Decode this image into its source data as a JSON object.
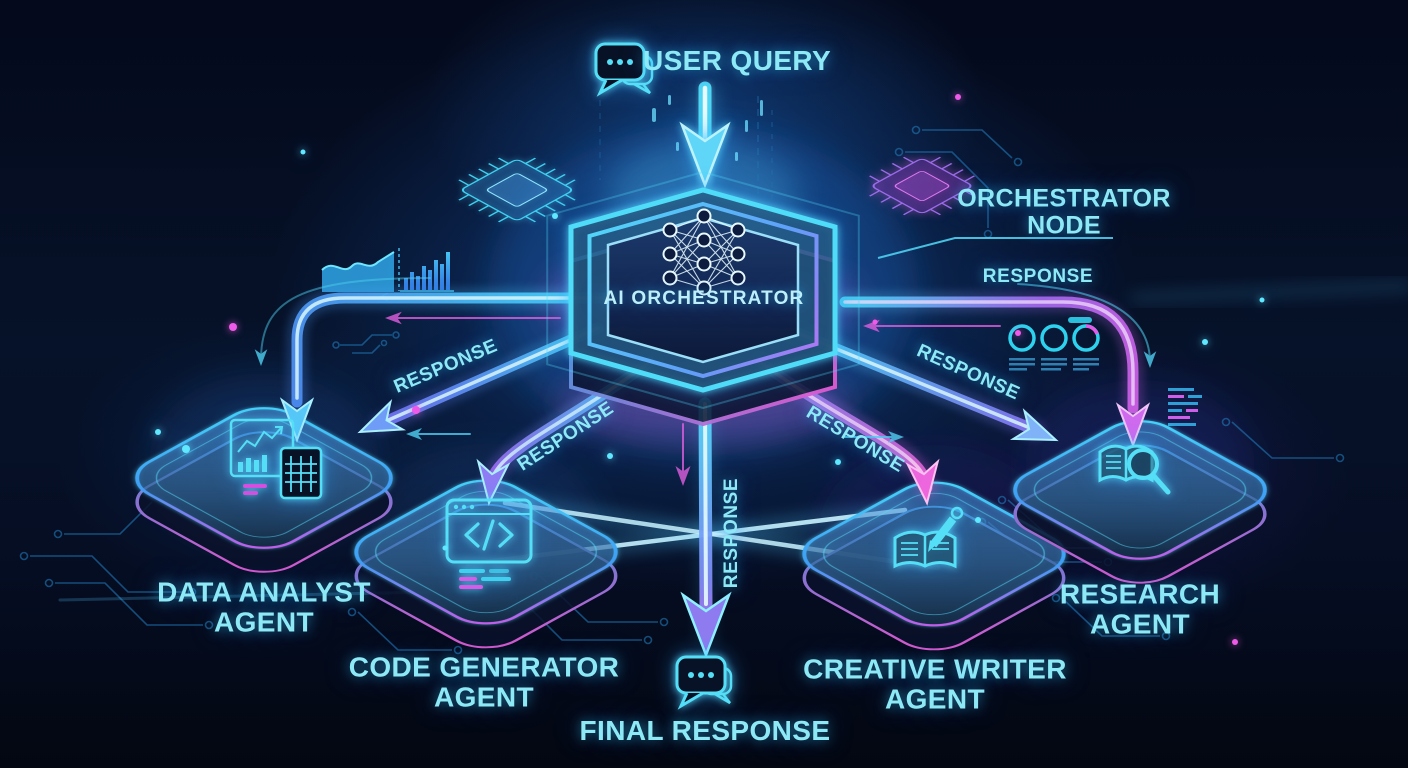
{
  "labels": {
    "user_query": "USER QUERY",
    "orchestrator": "AI ORCHESTRATOR",
    "orchestrator_node_line1": "ORCHESTRATOR",
    "orchestrator_node_line2": "NODE",
    "final_response": "FINAL RESPONSE"
  },
  "agents": [
    {
      "line1": "DATA ANALYST",
      "line2": "AGENT"
    },
    {
      "line1": "CODE GENERATOR",
      "line2": "AGENT"
    },
    {
      "line1": "CREATIVE WRITER",
      "line2": "AGENT"
    },
    {
      "line1": "RESEARCH",
      "line2": "AGENT"
    }
  ],
  "edge_labels": {
    "to_data_analyst": "RESPONSE",
    "to_code_generator": "RESPONSE",
    "to_creative_writer": "RESPONSE",
    "to_research": "RESPONSE",
    "loop_top_right": "RESPONSE",
    "to_final_response": "RESPONSE"
  },
  "icons": {
    "user_query": "chat-bubbles-icon",
    "orchestrator": "neural-network-icon",
    "data_analyst": "chart-and-spreadsheet-icon",
    "code_generator": "code-window-icon",
    "creative_writer": "book-and-pencil-icon",
    "research": "book-and-magnifier-icon",
    "final_response": "chat-bubbles-icon"
  },
  "colors": {
    "background": "#060d20",
    "cyan": "#46d9f5",
    "text": "#8ee9f6",
    "magenta": "#e455e0",
    "purple": "#9a5cf5",
    "blue": "#2f7ff0"
  }
}
